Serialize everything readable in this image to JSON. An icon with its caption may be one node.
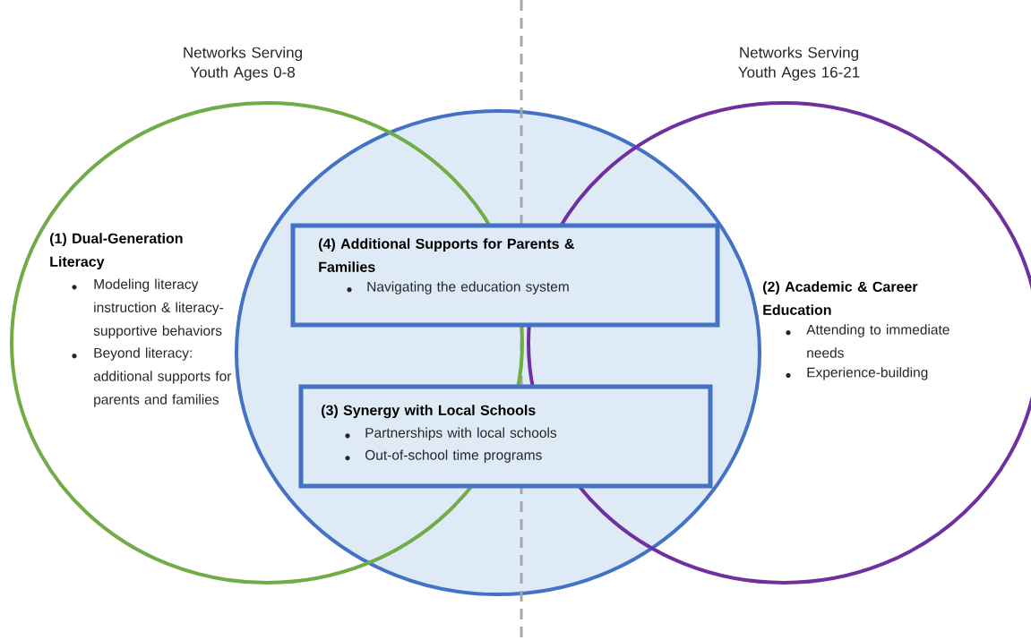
{
  "diagram": {
    "nodes": [
      {
        "text": [
          "Networks Serving Youth Ages 0-8",
          "(1) Dual-Generation Literacy",
          "Modeling literacy instruction & literacy-supportive behaviors",
          "Beyond literacy: additional supports for parents and families"
        ]
      },
      {
        "text": [],
        "shape": "circle"
      },
      {
        "text": [
          "(4) Additional Supports for Parents & Families",
          "Navigating the education system"
        ],
        "in": 1
      },
      {
        "text": [
          "(3) Synergy with Local Schools",
          "Partnerships with local schools",
          "Out-of-school time programs"
        ],
        "in": 1
      },
      {
        "text": [
          "Networks Serving Youth Ages 16-21",
          "(2) Academic & Career Education",
          "Attending to immediate needs",
          "Experience-building"
        ]
      }
    ]
  }
}
